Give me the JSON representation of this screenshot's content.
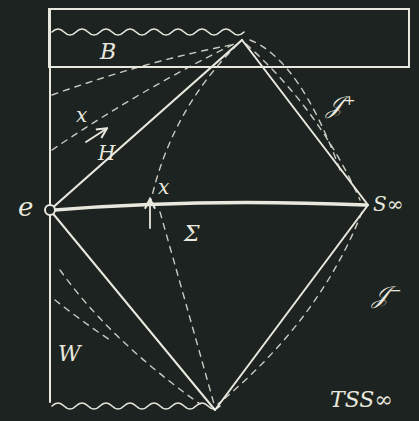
{
  "diagram": {
    "nodes": [
      {
        "text": [
          "B"
        ]
      }
    ],
    "labels": [
      "e",
      "H",
      "x",
      "x",
      "Σ",
      "S∞",
      "𝒥⁺",
      "𝒥⁻",
      "W",
      "TSS∞"
    ]
  }
}
